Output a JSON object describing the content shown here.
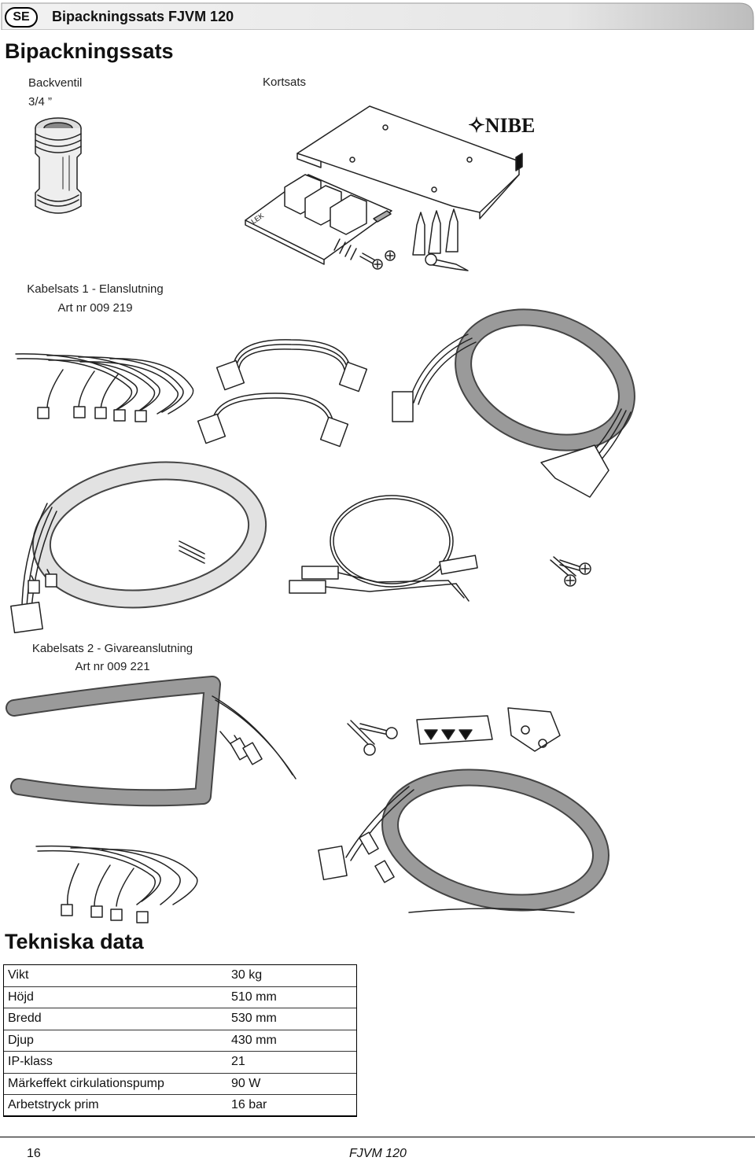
{
  "header": {
    "lang_badge": "SE",
    "title": "Bipackningssats FJVM 120"
  },
  "section_title": "Bipackningssats",
  "items": {
    "backventil": {
      "line1": "Backventil",
      "line2": "3/4 ”"
    },
    "kortsats": {
      "label": "Kortsats",
      "brand_logo": "NIBE"
    },
    "kabelsats1": {
      "line1": "Kabelsats 1 - Elanslutning",
      "line2": "Art nr 009 219"
    },
    "kabelsats2": {
      "line1": "Kabelsats 2 - Givareanslutning",
      "line2": "Art nr 009 221"
    }
  },
  "tech": {
    "title": "Tekniska data",
    "rows": [
      {
        "label": "Vikt",
        "value": "30 kg"
      },
      {
        "label": "Höjd",
        "value": "510 mm"
      },
      {
        "label": "Bredd",
        "value": "530 mm"
      },
      {
        "label": "Djup",
        "value": "430 mm"
      },
      {
        "label": "IP-klass",
        "value": "21"
      },
      {
        "label": "Märkeffekt cirkulationspump",
        "value": "90 W"
      },
      {
        "label": "Arbetstryck prim",
        "value": "16 bar"
      }
    ]
  },
  "footer": {
    "page": "16",
    "model": "FJVM 120"
  }
}
